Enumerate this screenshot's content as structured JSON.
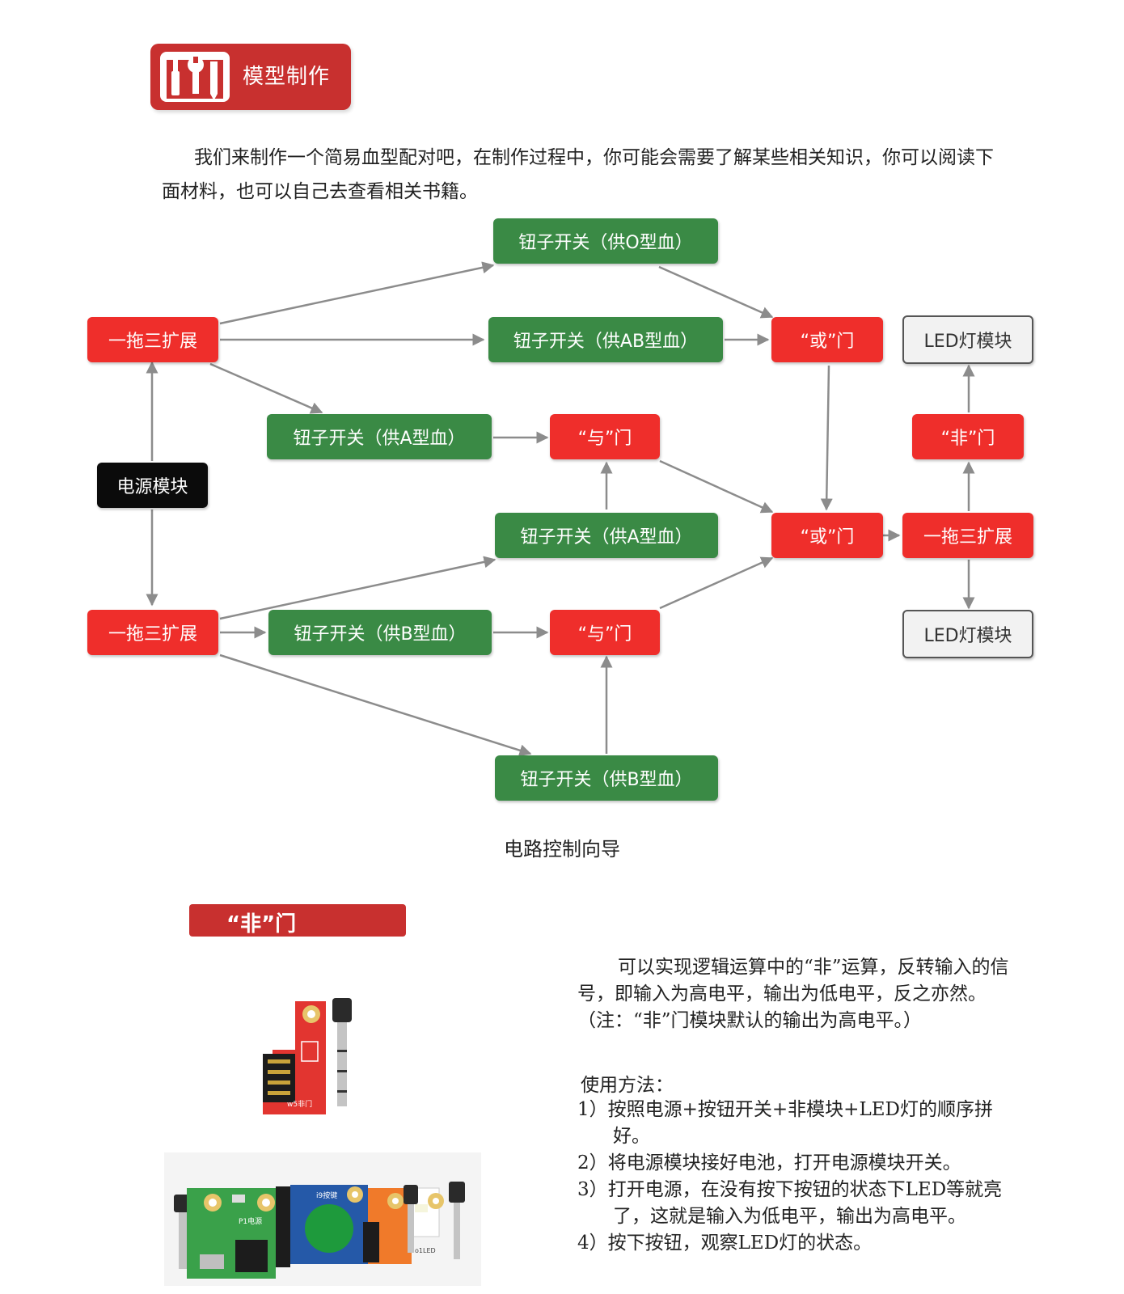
{
  "header": {
    "title": "模型制作",
    "color": "#c8302f"
  },
  "intro": "我们来制作一个简易血型配对吧，在制作过程中，你可能会需要了解某些相关知识，你可以阅读下面材料，也可以自己去查看相关书籍。",
  "diagram": {
    "caption": "电路控制向导",
    "nodes": {
      "power": "电源模块",
      "split_top": "一拖三扩展",
      "split_bottom": "一拖三扩展",
      "split_right": "一拖三扩展",
      "sw_o": "钮子开关（供O型血）",
      "sw_ab": "钮子开关（供AB型血）",
      "sw_a1": "钮子开关（供A型血）",
      "sw_a2": "钮子开关（供A型血）",
      "sw_b1": "钮子开关（供B型血）",
      "sw_b2": "钮子开关（供B型血）",
      "or_top": "“或”门",
      "or_mid": "“或”门",
      "and_top": "“与”门",
      "and_bottom": "“与”门",
      "not_gate": "“非”门",
      "led_top": "LED灯模块",
      "led_bottom": "LED灯模块"
    },
    "colors": {
      "red": "#ef2e2b",
      "green": "#3a8a45",
      "black": "#0b0b0b",
      "arrow": "#8c8c8c"
    }
  },
  "section": {
    "title": "“非”门",
    "description": "可以实现逻辑运算中的“非”运算，反转输入的信号，即输入为高电平，输出为低电平，反之亦然。（注：“非”门模块默认的输出为高电平。）",
    "usage_title": "使用方法：",
    "steps": [
      "1）按照电源+按钮开关+非模块+LED灯的顺序拼好。",
      "2）将电源模块接好电池，打开电源模块开关。",
      "3）打开电源，在没有按下按钮的状态下LED等就亮了，这就是输入为低电平，输出为高电平。",
      "4）按下按钮，观察LED灯的状态。"
    ]
  },
  "photo_labels": {
    "not_module": "w5非门",
    "power_board": "P1电源",
    "button_board": "i9按键",
    "led_board": "o1LED"
  }
}
